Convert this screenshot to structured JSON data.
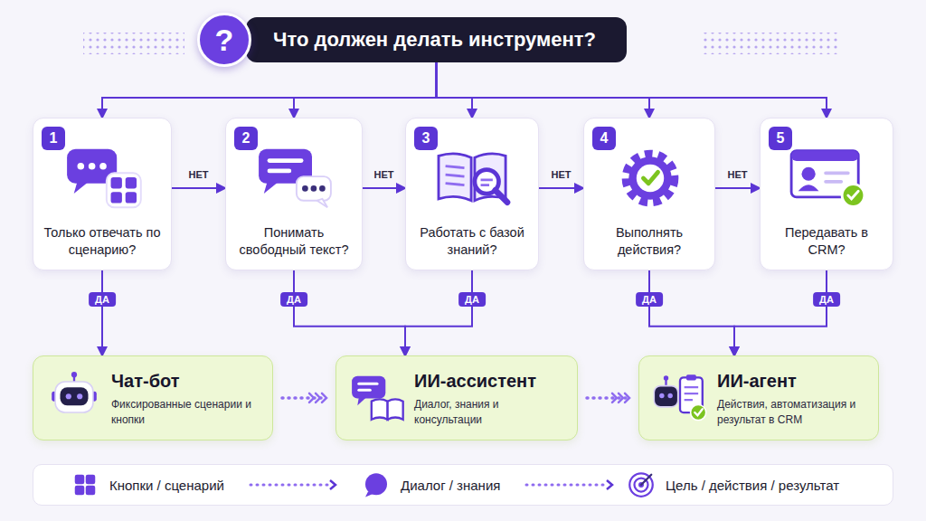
{
  "diagram": {
    "nodes": [
      {
        "text": [
          "?",
          "Что должен делать инструмент?"
        ]
      },
      {
        "text": [
          "1",
          "Только отвечать по сценарию?"
        ]
      },
      {
        "text": [
          "2",
          "Понимать свободный текст?"
        ]
      },
      {
        "text": [
          "3",
          "Работать с базой знаний?"
        ]
      },
      {
        "text": [
          "4",
          "Выполнять действия?"
        ]
      },
      {
        "text": [
          "5",
          "Передавать в CRM?"
        ]
      },
      {
        "text": [
          "Чат-бот",
          "Фиксированные сценарии и кнопки"
        ]
      },
      {
        "text": [
          "ИИ-ассистент",
          "Диалог, знания и консультации"
        ]
      },
      {
        "text": [
          "ИИ-агент",
          "Действия, автоматизация и результат в CRM"
        ]
      }
    ],
    "edges": [
      {
        "from": 0,
        "to": 1,
        "arrow": "to"
      },
      {
        "from": 0,
        "to": 2,
        "arrow": "to"
      },
      {
        "from": 0,
        "to": 3,
        "arrow": "to"
      },
      {
        "from": 0,
        "to": 4,
        "arrow": "to"
      },
      {
        "from": 0,
        "to": 5,
        "arrow": "to"
      },
      {
        "from": 1,
        "to": 2,
        "label": "НЕТ",
        "arrow": "to"
      },
      {
        "from": 2,
        "to": 3,
        "label": "НЕТ",
        "arrow": "to"
      },
      {
        "from": 3,
        "to": 4,
        "label": "НЕТ",
        "arrow": "to"
      },
      {
        "from": 4,
        "to": 5,
        "label": "НЕТ",
        "arrow": "to"
      },
      {
        "from": 1,
        "to": 6,
        "label": "ДА",
        "arrow": "to"
      },
      {
        "from": 2,
        "to": 7,
        "label": "ДА",
        "arrow": "to"
      },
      {
        "from": 3,
        "to": 7,
        "label": "ДА",
        "arrow": "to"
      },
      {
        "from": 4,
        "to": 8,
        "label": "ДА",
        "arrow": "to"
      },
      {
        "from": 5,
        "to": 8,
        "label": "ДА",
        "arrow": "to"
      },
      {
        "from": 6,
        "to": 7,
        "arrow": "to"
      },
      {
        "from": 7,
        "to": 8,
        "arrow": "to"
      }
    ],
    "legend": [
      {
        "text": "Кнопки / сценарий"
      },
      {
        "text": "Диалог / знания"
      },
      {
        "text": "Цель / действия / результат"
      }
    ]
  }
}
